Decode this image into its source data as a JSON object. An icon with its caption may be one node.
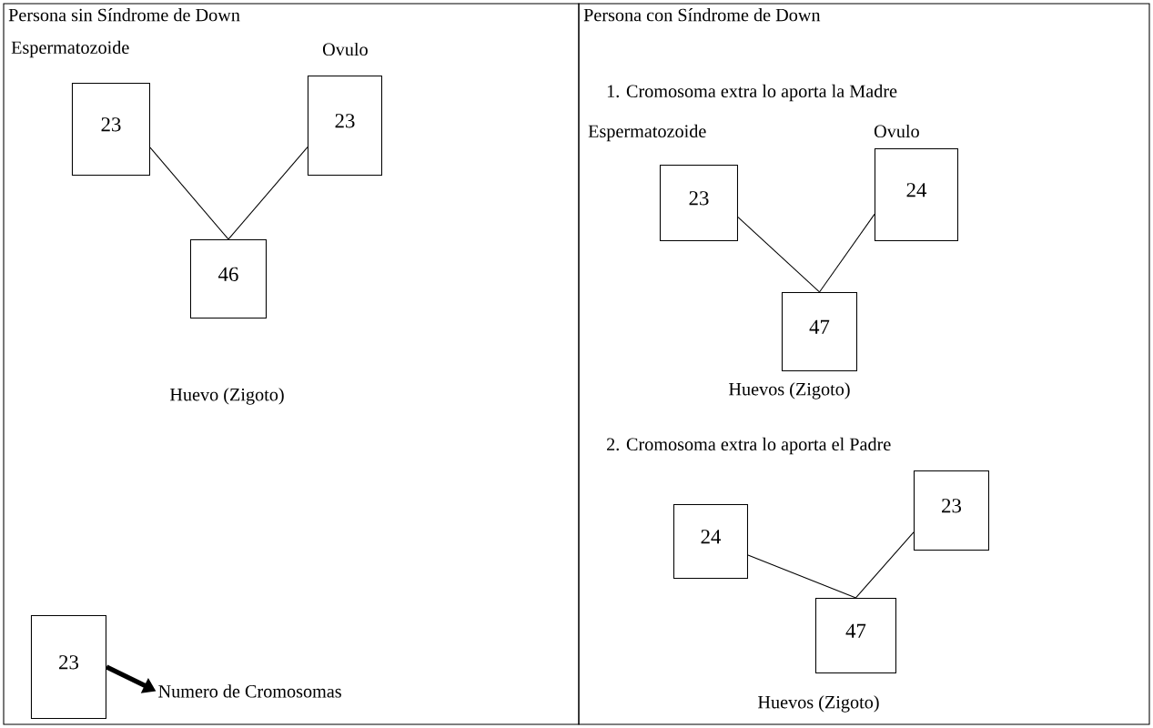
{
  "diagram": {
    "nodes": [
      {
        "text": [
          "Persona sin Síndrome de Down"
        ]
      },
      {
        "text": [
          "23"
        ],
        "in": 0
      },
      {
        "text": [
          "23"
        ],
        "in": 0
      },
      {
        "text": [
          "46"
        ],
        "in": 0,
        "beside": [
          "Huevo (Zigoto)"
        ]
      },
      {
        "text": [
          "23"
        ],
        "in": 0
      },
      {
        "text": [
          "Numero de Cromosomas"
        ],
        "in": 0
      },
      {
        "text": [
          "Persona con Síndrome de Down"
        ]
      },
      {
        "text": [
          "23"
        ],
        "in": 6
      },
      {
        "text": [
          "24"
        ],
        "in": 6
      },
      {
        "text": [
          "47"
        ],
        "in": 6,
        "beside": [
          "Huevos (Zigoto)"
        ]
      },
      {
        "text": [
          "24"
        ],
        "in": 6
      },
      {
        "text": [
          "23"
        ],
        "in": 6
      },
      {
        "text": [
          "47"
        ],
        "in": 6,
        "beside": [
          "Huevos (Zigoto)"
        ]
      }
    ],
    "edges": [
      {
        "from": 1,
        "to": 3,
        "arrow": "none"
      },
      {
        "from": 2,
        "to": 3,
        "arrow": "none"
      },
      {
        "from": 4,
        "to": 5,
        "arrow": "to",
        "style": "thick"
      },
      {
        "from": 7,
        "to": 9,
        "arrow": "none"
      },
      {
        "from": 8,
        "to": 9,
        "arrow": "none"
      },
      {
        "from": 10,
        "to": 12,
        "arrow": "none"
      },
      {
        "from": 11,
        "to": 12,
        "arrow": "none"
      }
    ],
    "labels": [
      "Espermatozoide",
      "Ovulo",
      "1. Cromosoma extra lo aporta la Madre",
      "Espermatozoide",
      "Ovulo",
      "2. Cromosoma extra lo aporta el Padre"
    ]
  }
}
